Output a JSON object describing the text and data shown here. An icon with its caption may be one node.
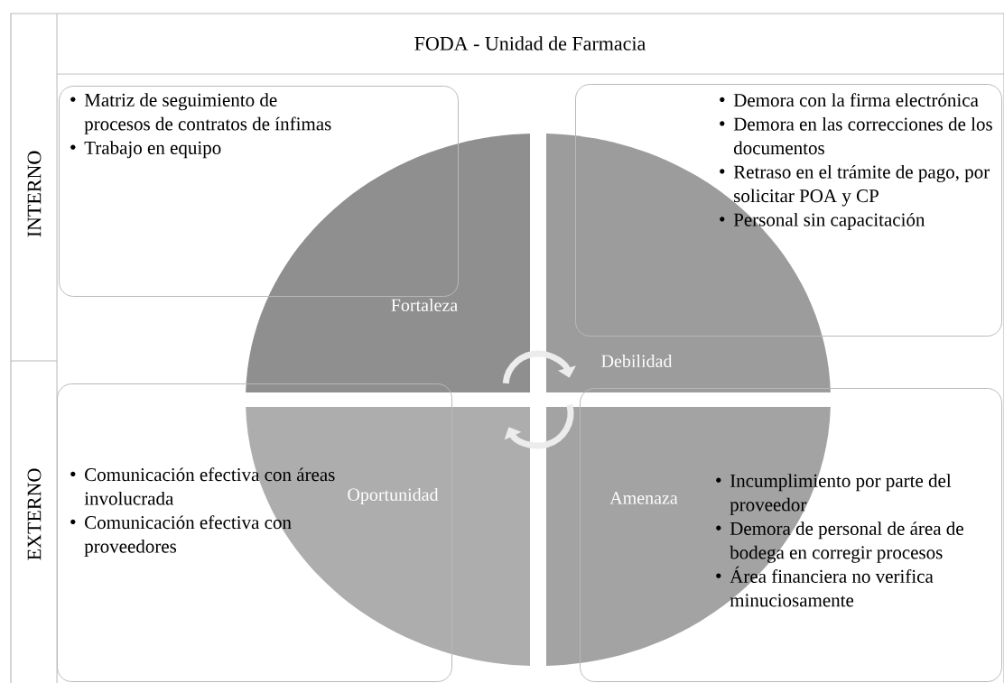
{
  "diagram": {
    "title": "FODA - Unidad de Farmacia",
    "nodes": [
      {
        "text": [
          "Matriz de seguimiento de procesos de contratos de ínfimas",
          "Trabajo en equipo"
        ]
      },
      {
        "text": [
          "Demora con la firma electrónica",
          "Demora en las correcciones de los documentos",
          "Retraso en el trámite de pago, por solicitar POA y CP",
          "Personal sin capacitación"
        ]
      },
      {
        "text": [
          "Comunicación efectiva con áreas involucrada",
          "Comunicación efectiva con proveedores"
        ]
      },
      {
        "text": [
          "Incumplimiento por parte del proveedor",
          "Demora de personal de área de bodega en corregir procesos",
          "Área financiera no verifica minuciosamente"
        ]
      },
      {
        "text": [
          "Fortaleza"
        ]
      },
      {
        "text": [
          "Debilidad"
        ]
      },
      {
        "text": [
          "Oportunidad"
        ]
      },
      {
        "text": [
          "Amenaza"
        ]
      }
    ],
    "edges": [
      {
        "from": 4,
        "to": 5,
        "arrow": "to"
      },
      {
        "from": 7,
        "to": 6,
        "arrow": "to"
      }
    ],
    "labels": [
      "INTERNO",
      "EXTERNO"
    ]
  }
}
